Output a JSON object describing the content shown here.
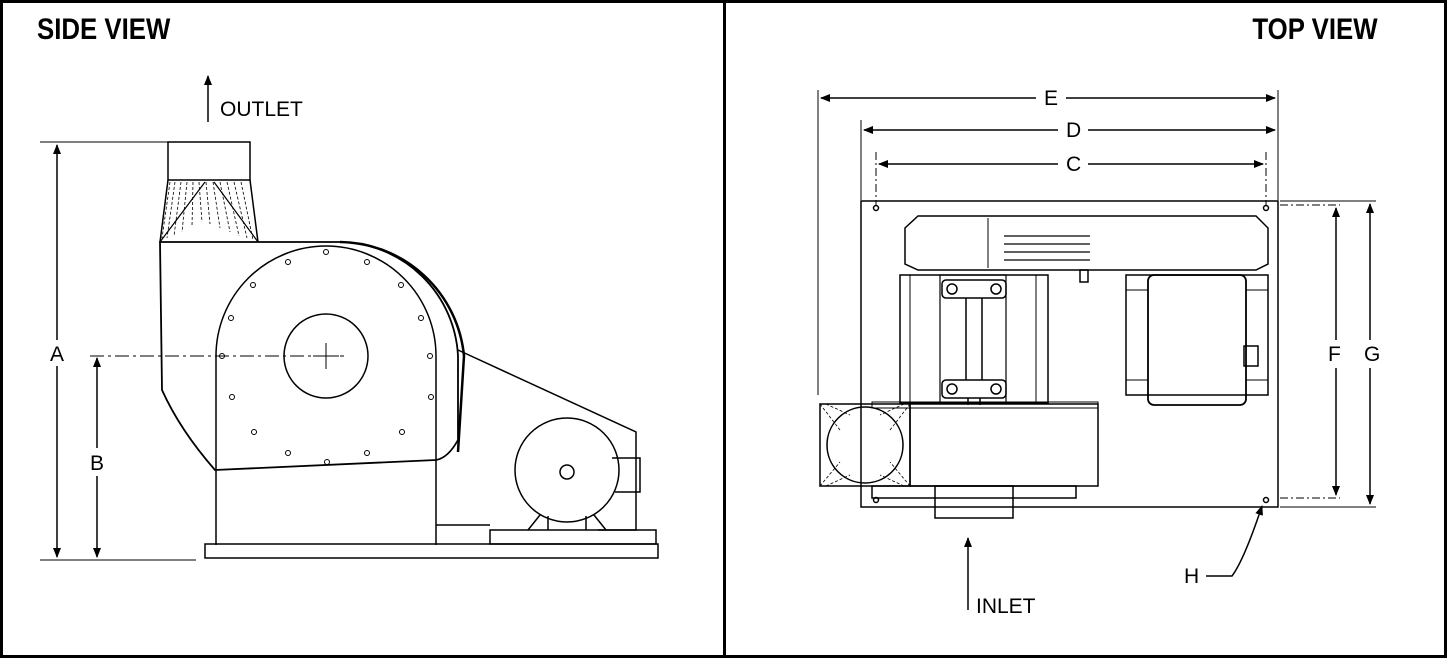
{
  "side_view": {
    "title": "SIDE VIEW",
    "labels": {
      "outlet": "OUTLET",
      "a": "A",
      "b": "B"
    }
  },
  "top_view": {
    "title": "TOP VIEW",
    "labels": {
      "e": "E",
      "d": "D",
      "c": "C",
      "f": "F",
      "g": "G",
      "h": "H",
      "inlet": "INLET"
    }
  }
}
